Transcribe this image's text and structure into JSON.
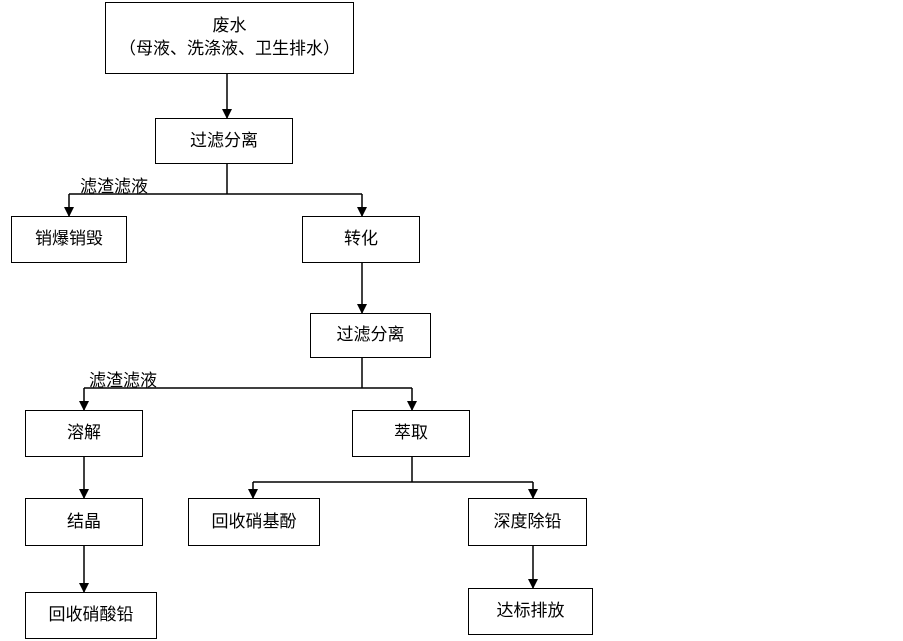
{
  "nodes": {
    "wastewater_title": "废水",
    "wastewater_sub": "（母液、洗涤液、卫生排水）",
    "filter1": "过滤分离",
    "destroy": "销爆销毁",
    "transform": "转化",
    "filter2": "过滤分离",
    "dissolve": "溶解",
    "extract": "萃取",
    "crystallize": "结晶",
    "recover_nitrophenol": "回收硝基酚",
    "deep_lead_removal": "深度除铅",
    "recover_lead_nitrate": "回收硝酸铅",
    "discharge": "达标排放"
  },
  "edge_labels": {
    "split1": "滤渣滤液",
    "split2": "滤渣滤液"
  }
}
